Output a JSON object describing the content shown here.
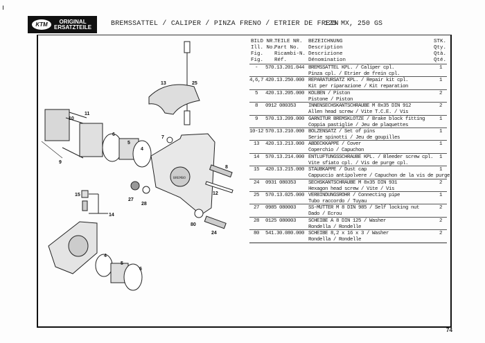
{
  "header": {
    "logo_line1": "ORIGINAL",
    "logo_line2": "ERSATZTEILE",
    "logo_mark": "KTM",
    "title": "BREMSSATTEL / CALIPER / PINZA FRENO / ETRIER DE FREIN",
    "model": "125 MX, 250 GS"
  },
  "columns": {
    "fig": [
      "BILD NR.",
      "Ill. No.",
      "Fig.",
      "Fig."
    ],
    "part": [
      "TEILE NR.",
      "Part No.",
      "Ricambi-N.",
      "Réf."
    ],
    "desc": [
      "BEZEICHNUNG",
      "Description",
      "Descrizione",
      "Dénomination"
    ],
    "qty": [
      "STK.",
      "Qty.",
      "Qtà.",
      "Qté."
    ]
  },
  "rows": [
    {
      "fig": "-",
      "part": "570.13.201.044",
      "desc1": "BREMSSATTEL KPL. / Caliper cpl.",
      "desc2": "Pinza cpl. / Etrier de frein cpl.",
      "qty": "1"
    },
    {
      "fig": "4,6,7",
      "part": "420.13.250.000",
      "desc1": "REPARATURSATZ KPL. / Repair kit cpl.",
      "desc2": "Kit per riparazione / Kit reparation",
      "qty": "1"
    },
    {
      "fig": "5",
      "part": "420.13.205.000",
      "desc1": "KOLBEN / Piston",
      "desc2": "Pistone / Piston",
      "qty": "2"
    },
    {
      "fig": "8",
      "part": "0912 080353",
      "desc1": "INNENSECHSKANTSCHRAUBE M 8x35 DIN 912",
      "desc2": "Allen head screw / Vite T.C.E. / Vis",
      "qty": "2"
    },
    {
      "fig": "9",
      "part": "570.13.209.000",
      "desc1": "GARNITUR BREMSKLOTZE / Brake block fitting",
      "desc2": "Coppia pastiglie / Jeu de plaquettes",
      "qty": "1"
    },
    {
      "fig": "10-12",
      "part": "570.13.210.000",
      "desc1": "BOLZENSATZ / Set of pins",
      "desc2": "Serie spinotti / Jeu de goupilles",
      "qty": "1"
    },
    {
      "fig": "13",
      "part": "420.13.213.000",
      "desc1": "ABDECKKAPPE / Cover",
      "desc2": "Coperchio / Capuchon",
      "qty": "1"
    },
    {
      "fig": "14",
      "part": "570.13.214.000",
      "desc1": "ENTLUFTUNGSSCHRAUBE KPL. / Bleeder screw cpl.",
      "desc2": "Vite sfiato cpl. / Vis de purge cpl.",
      "qty": "1"
    },
    {
      "fig": "15",
      "part": "420.13.215.000",
      "desc1": "STAUBKAPPE / Dust cap",
      "desc2": "Cappuccio antipolvere / Capuchon de la vis de purge",
      "qty": "1"
    },
    {
      "fig": "24",
      "part": "0931 080353",
      "desc1": "SECHSKANTSCHRAUBE M 8x35 DIN 931",
      "desc2": "Hexagon head screw / Vite / Vis",
      "qty": "2"
    },
    {
      "fig": "25",
      "part": "570.13.025.000",
      "desc1": "VERBINDUNGSROHR / Connecting pipe",
      "desc2": "Tubo raccordo / Tuyau",
      "qty": "1"
    },
    {
      "fig": "27",
      "part": "0985 080003",
      "desc1": "SS-MUTTER M 8 DIN 985 / Self locking nut",
      "desc2": "Dado / Ecrou",
      "qty": "2"
    },
    {
      "fig": "28",
      "part": "0125 080003",
      "desc1": "SCHEIBE A 8 DIN 125 / Washer",
      "desc2": "Rondella / Rondelle",
      "qty": "2"
    },
    {
      "fig": "80",
      "part": "541.30.080.000",
      "desc1": "SCHEIBE 8,2 x 16 x 3 / Washer",
      "desc2": "Rondella / Rondelle",
      "qty": "2"
    }
  ],
  "diagram_labels": [
    "13",
    "25",
    "11",
    "10",
    "6",
    "5",
    "4",
    "7",
    "9",
    "8",
    "12",
    "27",
    "28",
    "15",
    "14",
    "80",
    "24",
    "4",
    "5",
    "6"
  ],
  "diagram_brand": "BREMBO",
  "page_number": "74"
}
